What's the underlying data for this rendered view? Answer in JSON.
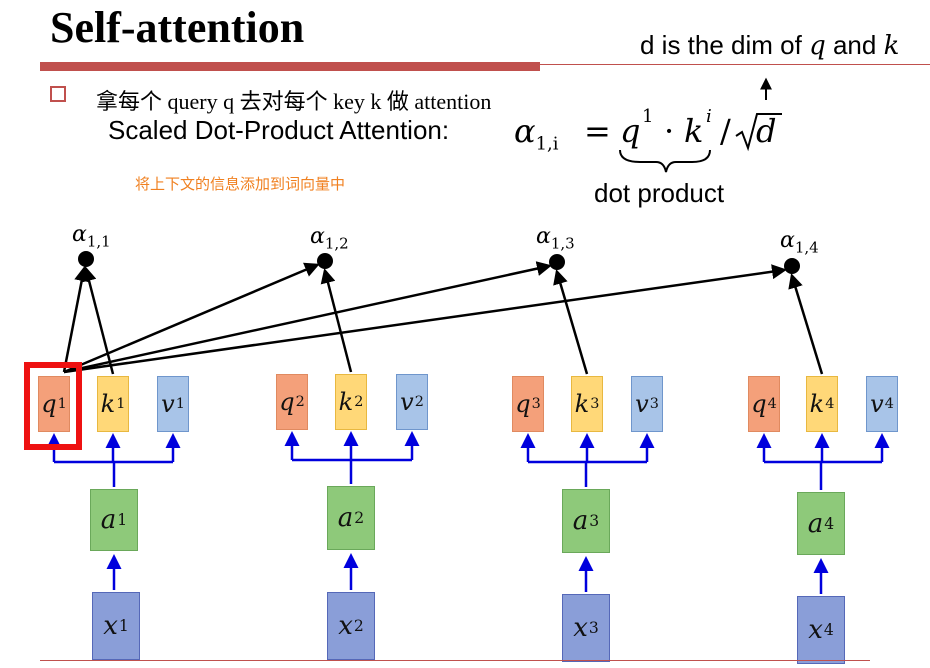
{
  "title": "Self-attention",
  "bullet": "拿每个 query q 去对每个 key k 做 attention",
  "scaled_label": "Scaled Dot-Product Attention:",
  "dim_note": {
    "prefix": "d is the dim of ",
    "q": "q",
    "mid": " and ",
    "k": "k"
  },
  "formula": {
    "alpha": "α",
    "alpha_sub": "1,i",
    "rhs_q": "q",
    "rhs_q_sup": "1",
    "dot": "·",
    "rhs_k": "k",
    "rhs_k_sup": "i",
    "slash": "/",
    "d": "d"
  },
  "dot_product_label": "dot product",
  "chinese_note": "将上下文的信息添加到词向量中",
  "columns": [
    {
      "q": "q",
      "k": "k",
      "v": "v",
      "a": "a",
      "x": "x",
      "sup": "1",
      "alpha_sub": "1,1"
    },
    {
      "q": "q",
      "k": "k",
      "v": "v",
      "a": "a",
      "x": "x",
      "sup": "2",
      "alpha_sub": "1,2"
    },
    {
      "q": "q",
      "k": "k",
      "v": "v",
      "a": "a",
      "x": "x",
      "sup": "3",
      "alpha_sub": "1,3"
    },
    {
      "q": "q",
      "k": "k",
      "v": "v",
      "a": "a",
      "x": "x",
      "sup": "4",
      "alpha_sub": "1,4"
    }
  ],
  "alpha_symbol": "α",
  "colors": {
    "accent": "#c0504d",
    "highlight": "#ee1111",
    "query": "#f4a07a",
    "key": "#ffd878",
    "value": "#a8c4e8",
    "embedding": "#8ec97a",
    "input": "#8a9ed8",
    "arrow_blue": "#0000dd",
    "note_orange": "#f08020"
  }
}
